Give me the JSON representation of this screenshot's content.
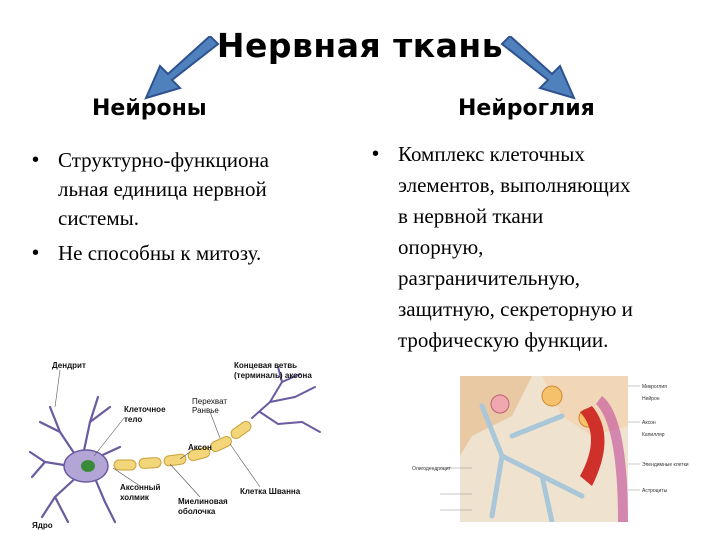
{
  "title": "Нервная ткань",
  "left": {
    "heading": "Нейроны",
    "bullets": [
      "Структурно-функциональная единица нервной системы.",
      "Не способны к митозу."
    ],
    "bullet_lines": [
      [
        "Структурно-функциона",
        "льная единица нервной",
        "системы."
      ],
      [
        "Не способны к митозу."
      ]
    ]
  },
  "right": {
    "heading": "Нейроглия",
    "bullets": [
      "Комплекс клеточных элементов, выполняющих в нервной ткани опорную, разграничительную, защитную, секреторную и трофическую функции."
    ],
    "bullet_lines": [
      [
        "Комплекс клеточных",
        "элементов, выполняющих",
        "в нервной ткани",
        "опорную,",
        "разграничительную,",
        "защитную, секреторную и",
        "трофическую функции."
      ]
    ]
  },
  "bullet_symbol": "•",
  "neuron_diagram": {
    "labels": {
      "dendrite": "Дендрит",
      "cell_body_1": "Клеточное",
      "cell_body_2": "тело",
      "node_1": "Перехват",
      "node_2": "Ранвье",
      "terminal_1": "Концевая ветвь",
      "terminal_2": "(терминаль) аксона",
      "axon": "Аксон",
      "schwann": "Клетка Шванна",
      "hillock_1": "Аксонный",
      "hillock_2": "холмик",
      "myelin_1": "Миелиновая",
      "myelin_2": "оболочка",
      "nucleus": "Ядро"
    }
  },
  "glia_image": {
    "icon": "neuroglia-illustration",
    "labels": {
      "l1": "Олигодендроцит",
      "l2": "Микроглия",
      "l3": "Нейрон",
      "l4": "Аксон",
      "l5": "Капилляр",
      "l6": "Эпендимные клетки",
      "l7": "Астроциты"
    }
  },
  "colors": {
    "arrow_fill": "#4f81bd",
    "arrow_stroke": "#2f528f",
    "neuron_body": "#b3a6d6",
    "neuron_outline": "#6a5aa0",
    "nucleus": "#3a8a3a",
    "myelin": "#f3d57a"
  }
}
